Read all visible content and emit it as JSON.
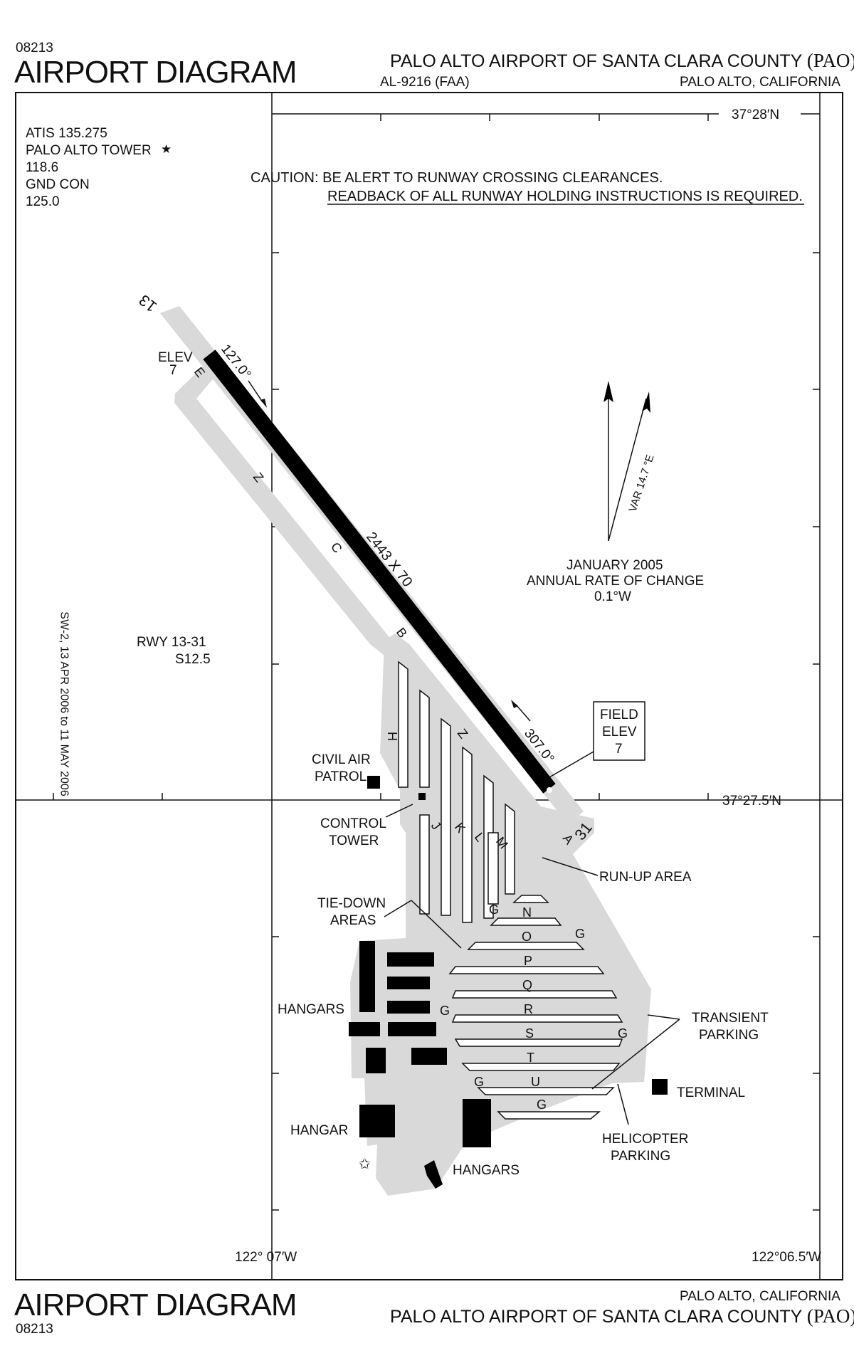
{
  "header": {
    "chart_number": "08213",
    "title": "AIRPORT DIAGRAM",
    "airport_name": "PALO ALTO AIRPORT OF SANTA CLARA COUNTY",
    "airport_id": "(PAO)",
    "al_number": "AL-9216 (FAA)",
    "location": "PALO ALTO, CALIFORNIA"
  },
  "footer": {
    "title": "AIRPORT DIAGRAM",
    "chart_number": "08213",
    "location": "PALO ALTO, CALIFORNIA",
    "airport_name": "PALO ALTO AIRPORT OF SANTA CLARA COUNTY",
    "airport_id": "(PAO)"
  },
  "frequencies": {
    "atis": "ATIS 135.275",
    "tower_label": "PALO ALTO TOWER",
    "tower_star": "★",
    "tower_freq": "118.6",
    "gnd_label": "GND CON",
    "gnd_freq": "125.0"
  },
  "caution": {
    "line1": "CAUTION: BE ALERT TO RUNWAY CROSSING CLEARANCES.",
    "line2": "READBACK OF ALL RUNWAY HOLDING INSTRUCTIONS IS REQUIRED."
  },
  "coordinates": {
    "lat_top": "37°28′N",
    "lat_mid": "37°27.5′N",
    "lon_left": "122° 07′W",
    "lon_right": "122°06.5′W"
  },
  "runway": {
    "end_13": "13",
    "end_31": "31",
    "dimensions": "2443 X 70",
    "heading_127": "127.0°",
    "heading_307": "307.0°",
    "rwy_label": "RWY 13-31",
    "strength": "S12.5",
    "elev_label": "ELEV",
    "elev_value": "7"
  },
  "field_elev": {
    "line1": "FIELD",
    "line2": "ELEV",
    "value": "7"
  },
  "magnetic": {
    "var": "VAR 14.7 °E",
    "date": "JANUARY 2005",
    "rate_label": "ANNUAL RATE OF CHANGE",
    "rate_value": "0.1°W"
  },
  "taxiways": {
    "A": "A",
    "B": "B",
    "C": "C",
    "E": "E",
    "Z": "Z",
    "H": "H",
    "J": "J",
    "K": "K",
    "L": "L",
    "M": "M",
    "G": "G",
    "rows": [
      "N",
      "O",
      "P",
      "Q",
      "R",
      "S",
      "T",
      "U"
    ]
  },
  "labels": {
    "civil_air_patrol_1": "CIVIL AIR",
    "civil_air_patrol_2": "PATROL",
    "control_tower_1": "CONTROL",
    "control_tower_2": "TOWER",
    "tie_down_1": "TIE-DOWN",
    "tie_down_2": "AREAS",
    "run_up": "RUN-UP AREA",
    "hangars_left": "HANGARS",
    "hangar": "HANGAR",
    "hangars_bottom": "HANGARS",
    "transient_1": "TRANSIENT",
    "transient_2": "PARKING",
    "terminal": "TERMINAL",
    "helicopter_1": "HELICOPTER",
    "helicopter_2": "PARKING",
    "beacon": "✩"
  },
  "side_text": "SW-2, 13 APR 2006 to 11 MAY 2006",
  "colors": {
    "pavement": "#d9d9d9",
    "runway": "#000000",
    "ink": "#111111"
  }
}
